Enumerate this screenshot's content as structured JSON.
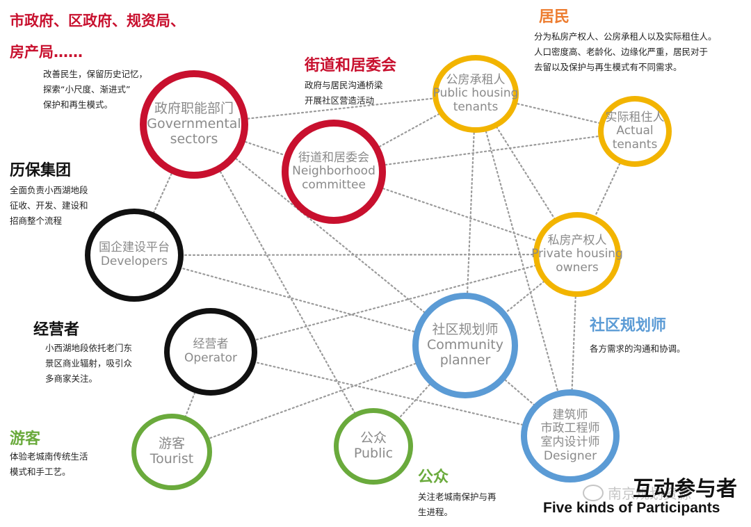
{
  "nodes": [
    {
      "id": "gov",
      "lines": [
        "政府职能部门",
        "Governmental",
        "sectors"
      ]
    },
    {
      "id": "nbh",
      "lines": [
        "街道和居委会",
        "Neighborhood",
        "committee"
      ]
    },
    {
      "id": "pub_ten",
      "lines": [
        "公房承租人",
        "Public housing",
        "tenants"
      ]
    },
    {
      "id": "act_ten",
      "lines": [
        "实际租住人",
        "Actual",
        "tenants"
      ]
    },
    {
      "id": "dev",
      "lines": [
        "国企建设平台",
        "Developers"
      ]
    },
    {
      "id": "priv",
      "lines": [
        "私房产权人",
        "Private housing",
        "owners"
      ]
    },
    {
      "id": "opr",
      "lines": [
        "经营者",
        "Operator"
      ]
    },
    {
      "id": "cp",
      "lines": [
        "社区规划师",
        "Community",
        "planner"
      ]
    },
    {
      "id": "tour",
      "lines": [
        "游客",
        "Tourist"
      ]
    },
    {
      "id": "pub",
      "lines": [
        "公众",
        "Public"
      ]
    },
    {
      "id": "des",
      "lines": [
        "建筑师",
        "市政工程师",
        "室内设计师",
        "Designer"
      ]
    }
  ],
  "annotations": {
    "gov": {
      "title": [
        "市政府、区政府、规资局、",
        "房产局……"
      ],
      "desc": [
        "改善民生，保留历史记忆，",
        "探索“小尺度、渐进式”",
        "保护和再生模式。"
      ]
    },
    "nbh": {
      "title": [
        "街道和居委会"
      ],
      "desc": [
        "政府与居民沟通桥梁",
        "开展社区营造活动"
      ]
    },
    "res": {
      "title": [
        "居民"
      ],
      "desc": [
        "分为私房产权人、公房承租人以及实际租住人。",
        "人口密度高、老龄化、边缘化严重，居民对于",
        "去留以及保护与再生模式有不同需求。"
      ]
    },
    "dev": {
      "title": [
        "历保集团"
      ],
      "desc": [
        "全面负责小西湖地段",
        "征收、开发、建设和",
        "招商整个流程"
      ]
    },
    "opr": {
      "title": [
        "经营者"
      ],
      "desc": [
        "小西湖地段依托老门东",
        "景区商业辐射，吸引众",
        "多商家关注。"
      ]
    },
    "cp": {
      "title": [
        "社区规划师"
      ],
      "desc": [
        "各方需求的沟通和协调。"
      ]
    },
    "tour": {
      "title": [
        "游客"
      ],
      "desc": [
        "体验老城南传统生活",
        "模式和手工艺。"
      ]
    },
    "pub": {
      "title": [
        "公众"
      ],
      "desc": [
        "关注老城南保护与再",
        "生进程。"
      ]
    }
  },
  "edges": [
    [
      "gov",
      "pub_ten"
    ],
    [
      "gov",
      "nbh"
    ],
    [
      "gov",
      "dev"
    ],
    [
      "gov",
      "cp"
    ],
    [
      "gov",
      "pub"
    ],
    [
      "nbh",
      "pub_ten"
    ],
    [
      "nbh",
      "act_ten"
    ],
    [
      "nbh",
      "priv"
    ],
    [
      "pub_ten",
      "act_ten"
    ],
    [
      "pub_ten",
      "priv"
    ],
    [
      "pub_ten",
      "cp"
    ],
    [
      "pub_ten",
      "des"
    ],
    [
      "act_ten",
      "priv"
    ],
    [
      "dev",
      "cp"
    ],
    [
      "dev",
      "priv"
    ],
    [
      "priv",
      "opr"
    ],
    [
      "priv",
      "cp"
    ],
    [
      "priv",
      "des"
    ],
    [
      "opr",
      "tour"
    ],
    [
      "opr",
      "des"
    ],
    [
      "cp",
      "tour"
    ],
    [
      "cp",
      "pub"
    ],
    [
      "cp",
      "des"
    ]
  ],
  "legend": {
    "cn": "互动参与者",
    "en": "Five kinds of Participants"
  },
  "watermark": "南京规划资源",
  "colors": {
    "government": "#c8102e",
    "residents": "#f2b400",
    "developer_operator": "#111111",
    "planner_designer": "#5b9bd5",
    "visitors": "#6aaa3c",
    "edge": "#9a9a9a"
  }
}
